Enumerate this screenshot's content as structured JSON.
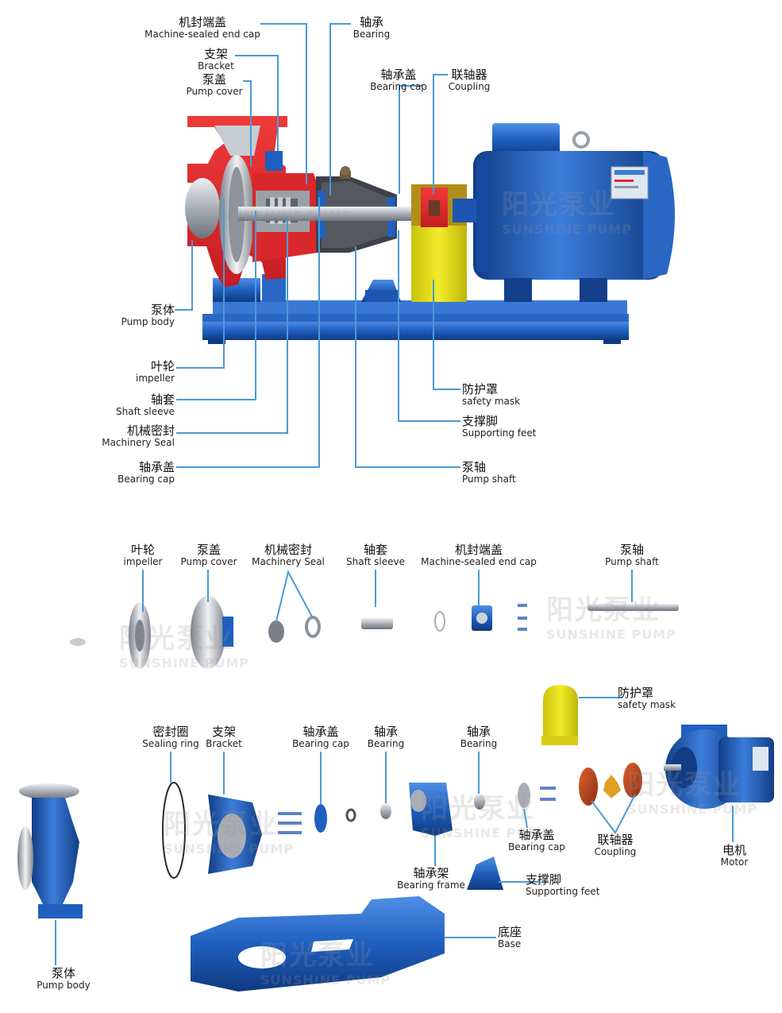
{
  "colors": {
    "leader": "#4a9ad8",
    "pump_blue": "#1f5fbf",
    "pump_blue_dark": "#123d85",
    "section_red": "#e3262b",
    "steel": "#b9bec6",
    "mask_yellow": "#e9e21a",
    "coupling_rust": "#b6401e"
  },
  "watermark": {
    "zh": "阳光泵业",
    "en": "SUNSHINE PUMP"
  },
  "assembly": {
    "machine_sealed_end_cap": {
      "zh": "机封端盖",
      "en": "Machine-sealed end cap"
    },
    "bracket": {
      "zh": "支架",
      "en": "Bracket"
    },
    "pump_cover": {
      "zh": "泵盖",
      "en": "Pump cover"
    },
    "bearing": {
      "zh": "轴承",
      "en": "Bearing"
    },
    "bearing_cap_top": {
      "zh": "轴承盖",
      "en": "Bearing cap"
    },
    "coupling": {
      "zh": "联轴器",
      "en": "Coupling"
    },
    "pump_body": {
      "zh": "泵体",
      "en": "Pump body"
    },
    "impeller": {
      "zh": "叶轮",
      "en": "impeller"
    },
    "shaft_sleeve": {
      "zh": "轴套",
      "en": "Shaft sleeve"
    },
    "machinery_seal": {
      "zh": "机械密封",
      "en": "Machinery Seal"
    },
    "bearing_cap_bottom": {
      "zh": "轴承盖",
      "en": "Bearing cap"
    },
    "safety_mask": {
      "zh": "防护罩",
      "en": "safety mask"
    },
    "supporting_feet": {
      "zh": "支撑脚",
      "en": "Supporting feet"
    },
    "pump_shaft": {
      "zh": "泵轴",
      "en": "Pump shaft"
    }
  },
  "exploded": {
    "impeller": {
      "zh": "叶轮",
      "en": "impeller"
    },
    "pump_cover": {
      "zh": "泵盖",
      "en": "Pump cover"
    },
    "machinery_seal": {
      "zh": "机械密封",
      "en": "Machinery Seal"
    },
    "shaft_sleeve": {
      "zh": "轴套",
      "en": "Shaft sleeve"
    },
    "machine_sealed_end_cap": {
      "zh": "机封端盖",
      "en": "Machine-sealed end cap"
    },
    "pump_shaft": {
      "zh": "泵轴",
      "en": "Pump shaft"
    },
    "safety_mask": {
      "zh": "防护罩",
      "en": "safety mask"
    },
    "sealing_ring": {
      "zh": "密封圈",
      "en": "Sealing ring"
    },
    "bracket": {
      "zh": "支架",
      "en": "Bracket"
    },
    "bearing_cap_1": {
      "zh": "轴承盖",
      "en": "Bearing cap"
    },
    "bearing_1": {
      "zh": "轴承",
      "en": "Bearing"
    },
    "bearing_2": {
      "zh": "轴承",
      "en": "Bearing"
    },
    "bearing_cap_2": {
      "zh": "轴承盖",
      "en": "Bearing cap"
    },
    "coupling": {
      "zh": "联轴器",
      "en": "Coupling"
    },
    "motor": {
      "zh": "电机",
      "en": "Motor"
    },
    "bearing_frame": {
      "zh": "轴承架",
      "en": "Bearing frame"
    },
    "supporting_feet": {
      "zh": "支撑脚",
      "en": "Supporting feet"
    },
    "pump_body": {
      "zh": "泵体",
      "en": "Pump body"
    },
    "base": {
      "zh": "底座",
      "en": "Base"
    }
  }
}
